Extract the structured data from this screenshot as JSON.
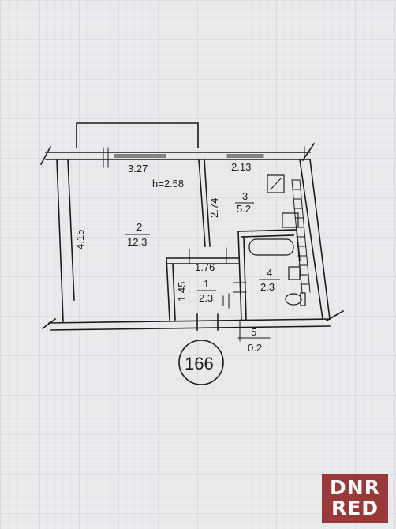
{
  "plan": {
    "number": "166",
    "ceiling_height": "h=2.58",
    "rooms": [
      {
        "id": "2",
        "area": "12.3"
      },
      {
        "id": "3",
        "area": "5.2"
      },
      {
        "id": "1",
        "area": "2.3"
      },
      {
        "id": "4",
        "area": "2.3"
      },
      {
        "id": "5",
        "area": "0.2"
      }
    ],
    "dimensions": {
      "room2_width": "3.27",
      "room3_width": "2.13",
      "room2_depth": "4.15",
      "room3_depth": "2.74",
      "hall_width": "1.76",
      "hall_depth": "1.45"
    }
  },
  "watermark": {
    "line1": "DNR",
    "line2": "RED"
  },
  "colors": {
    "ink": "#1b1b1b",
    "paper": "#e9eaec",
    "grid": "#c9ccd2",
    "watermark": "#8a1c1c"
  }
}
